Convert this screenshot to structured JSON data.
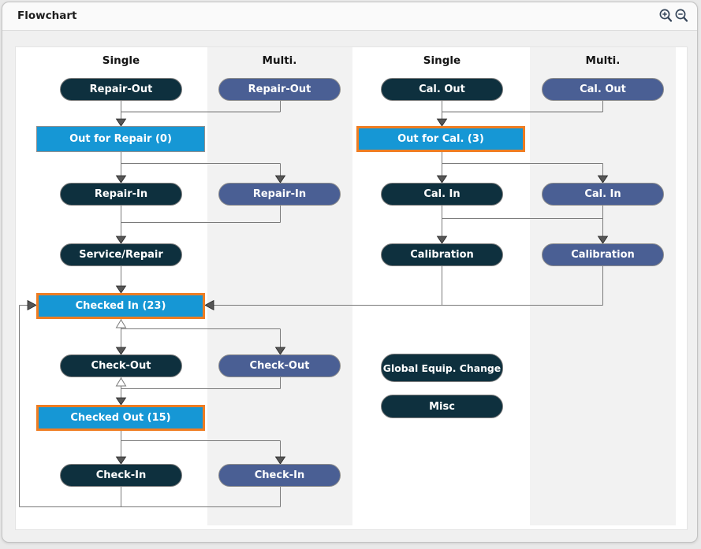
{
  "window": {
    "title": "Flowchart"
  },
  "toolbar": {
    "zoom_in_icon": "magnifier-plus",
    "zoom_out_icon": "magnifier-minus"
  },
  "columns": [
    {
      "label": "Single"
    },
    {
      "label": "Multi."
    },
    {
      "label": "Single"
    },
    {
      "label": "Multi."
    }
  ],
  "flowchart": {
    "nodes": [
      {
        "id": "repair-out-single",
        "label": "Repair-Out",
        "shape": "pill",
        "variant": "dark"
      },
      {
        "id": "repair-out-multi",
        "label": "Repair-Out",
        "shape": "pill",
        "variant": "slate"
      },
      {
        "id": "out-for-repair",
        "label": "Out for Repair (0)",
        "shape": "status",
        "variant": "plain",
        "count": 0
      },
      {
        "id": "repair-in-single",
        "label": "Repair-In",
        "shape": "pill",
        "variant": "dark"
      },
      {
        "id": "repair-in-multi",
        "label": "Repair-In",
        "shape": "pill",
        "variant": "slate"
      },
      {
        "id": "service-repair",
        "label": "Service/Repair",
        "shape": "pill",
        "variant": "dark"
      },
      {
        "id": "checked-in",
        "label": "Checked In (23)",
        "shape": "status",
        "variant": "highlight",
        "count": 23
      },
      {
        "id": "check-out-single",
        "label": "Check-Out",
        "shape": "pill",
        "variant": "dark"
      },
      {
        "id": "check-out-multi",
        "label": "Check-Out",
        "shape": "pill",
        "variant": "slate"
      },
      {
        "id": "checked-out",
        "label": "Checked Out (15)",
        "shape": "status",
        "variant": "highlight",
        "count": 15
      },
      {
        "id": "check-in-single",
        "label": "Check-In",
        "shape": "pill",
        "variant": "dark"
      },
      {
        "id": "check-in-multi",
        "label": "Check-In",
        "shape": "pill",
        "variant": "slate"
      },
      {
        "id": "cal-out-single",
        "label": "Cal. Out",
        "shape": "pill",
        "variant": "dark"
      },
      {
        "id": "cal-out-multi",
        "label": "Cal. Out",
        "shape": "pill",
        "variant": "slate"
      },
      {
        "id": "out-for-cal",
        "label": "Out for Cal. (3)",
        "shape": "status",
        "variant": "highlight",
        "count": 3
      },
      {
        "id": "cal-in-single",
        "label": "Cal. In",
        "shape": "pill",
        "variant": "dark"
      },
      {
        "id": "cal-in-multi",
        "label": "Cal. In",
        "shape": "pill",
        "variant": "slate"
      },
      {
        "id": "calibration-single",
        "label": "Calibration",
        "shape": "pill",
        "variant": "dark"
      },
      {
        "id": "calibration-multi",
        "label": "Calibration",
        "shape": "pill",
        "variant": "slate"
      },
      {
        "id": "global-equip-change",
        "label": "Global Equip. Change",
        "shape": "pill",
        "variant": "dark"
      },
      {
        "id": "misc",
        "label": "Misc",
        "shape": "pill",
        "variant": "dark"
      }
    ],
    "status_counts": {
      "out_for_repair": 0,
      "out_for_cal": 3,
      "checked_in": 23,
      "checked_out": 15
    }
  },
  "colors": {
    "status_blue": "#1697d5",
    "highlight_orange": "#ef7d22",
    "node_dark": "#0e303e",
    "node_slate": "#4a5f94",
    "column_shade": "#f2f2f2",
    "connector_gray": "#7a7a7a"
  }
}
